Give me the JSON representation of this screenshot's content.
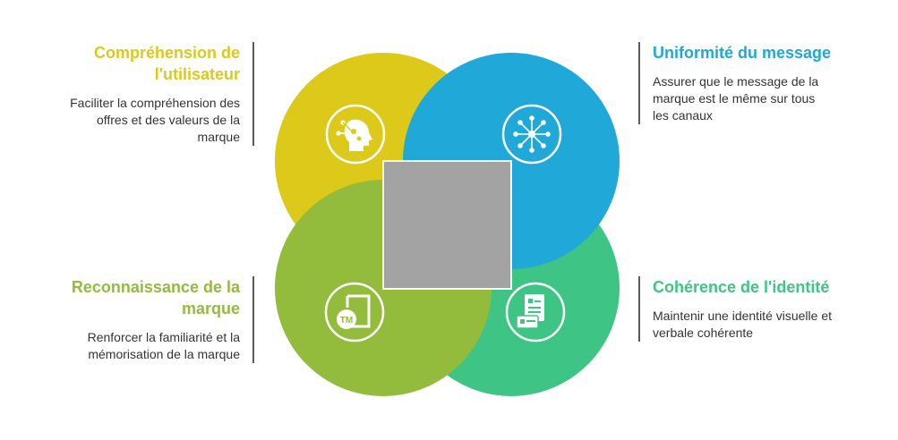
{
  "colors": {
    "yellow": "#dcc91a",
    "blue": "#1fa8d8",
    "green_light": "#93bb3c",
    "green_teal": "#3ec585",
    "center_square": "#a3a3a3"
  },
  "items": [
    {
      "id": "tl",
      "title": "Compréhension de l'utilisateur",
      "description": "Faciliter la compréhension des offres et des valeurs de la marque",
      "icon": "head-with-gears-icon",
      "color": "#dcc91a"
    },
    {
      "id": "tr",
      "title": "Uniformité du message",
      "description": "Assurer que le message de la marque est le même sur tous les canaux",
      "icon": "network-hub-icon",
      "color": "#1fa8d8"
    },
    {
      "id": "bl",
      "title": "Reconnaissance de la marque",
      "description": "Renforcer la familiarité et la mémorisation de la marque",
      "icon": "trademark-document-icon",
      "color": "#93bb3c"
    },
    {
      "id": "br",
      "title": "Cohérence de l'identité",
      "description": "Maintenir une identité visuelle et verbale cohérente",
      "icon": "id-documents-icon",
      "color": "#3ec585"
    }
  ]
}
